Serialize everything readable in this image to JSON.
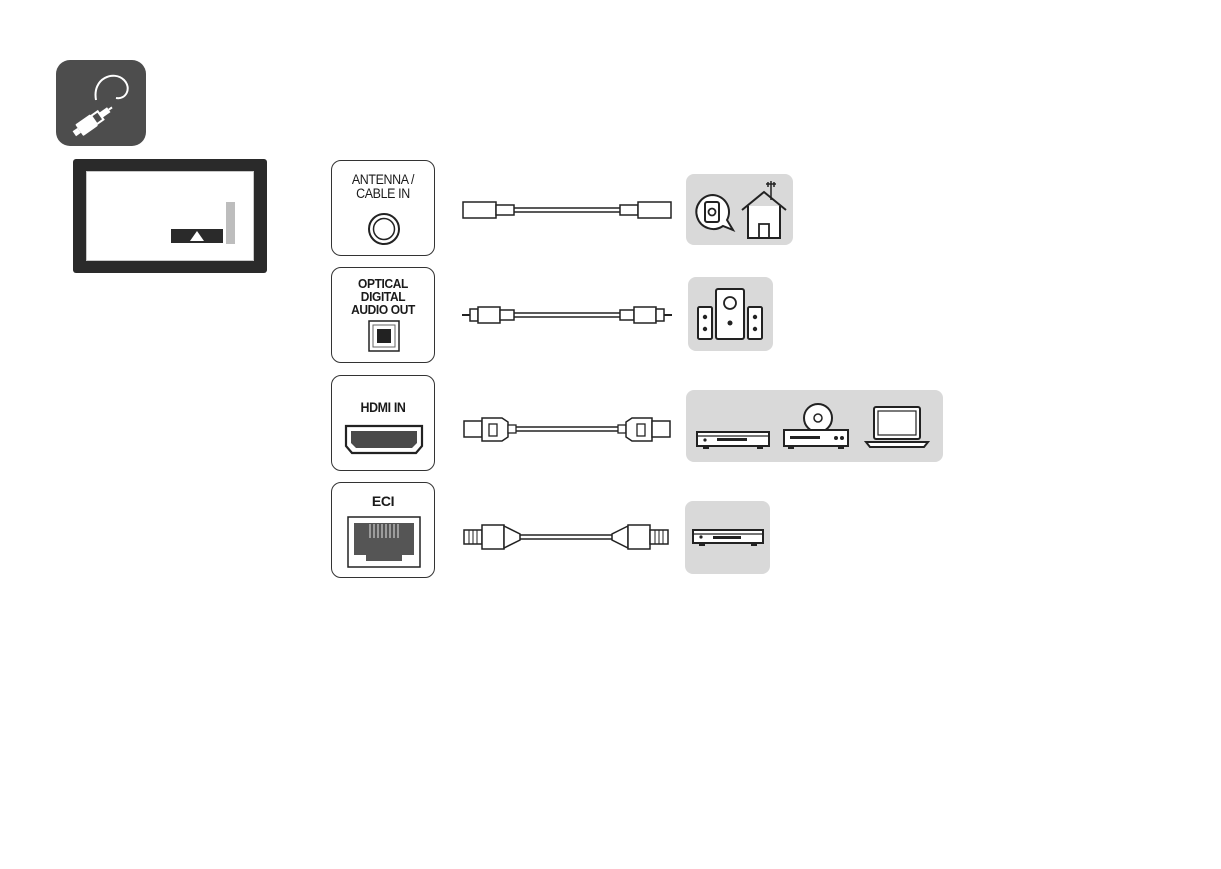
{
  "diagram": {
    "ports": [
      {
        "label": "ANTENNA /\nCABLE IN",
        "devices": [
          "antenna-wall-outlet",
          "house-with-antenna"
        ]
      },
      {
        "label": "OPTICAL\nDIGITAL\nAUDIO OUT",
        "devices": [
          "speaker-system"
        ]
      },
      {
        "label": "HDMI IN",
        "devices": [
          "blu-ray-player",
          "dvd-player",
          "laptop"
        ]
      },
      {
        "label": "ECI",
        "devices": [
          "set-top-box"
        ]
      }
    ],
    "colors": {
      "device_bg": "#d9d9d9",
      "badge_bg": "#4d4d4d",
      "line": "#333333"
    }
  }
}
